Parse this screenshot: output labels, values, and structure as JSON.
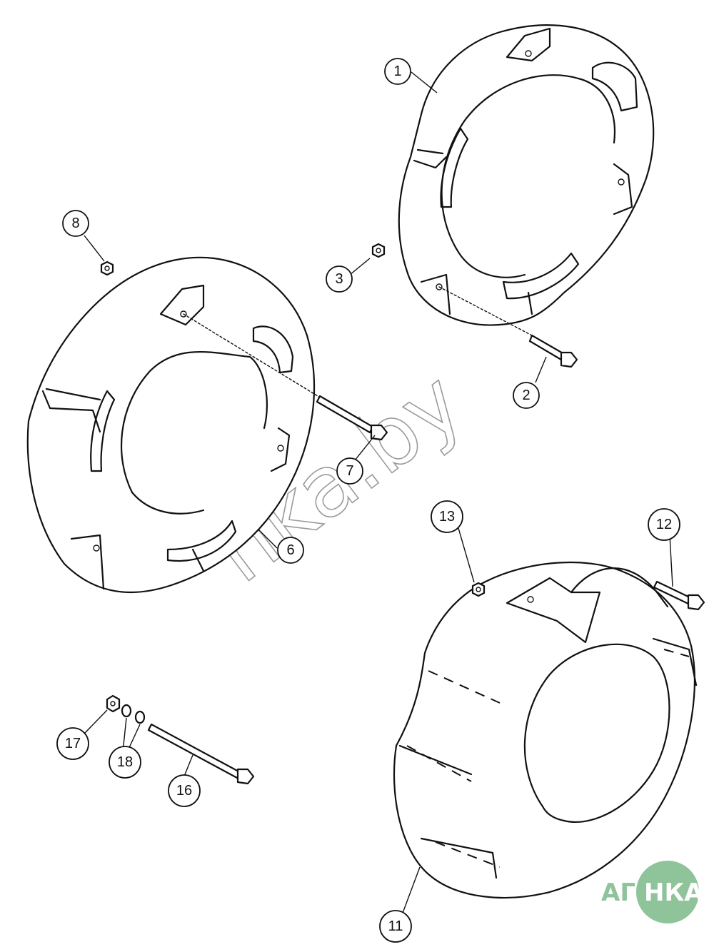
{
  "callouts": [
    {
      "id": "c1",
      "label": "1"
    },
    {
      "id": "c2",
      "label": "2"
    },
    {
      "id": "c3",
      "label": "3"
    },
    {
      "id": "c6",
      "label": "6"
    },
    {
      "id": "c7",
      "label": "7"
    },
    {
      "id": "c8",
      "label": "8"
    },
    {
      "id": "c11",
      "label": "11"
    },
    {
      "id": "c12",
      "label": "12"
    },
    {
      "id": "c13",
      "label": "13"
    },
    {
      "id": "c16",
      "label": "16"
    },
    {
      "id": "c17",
      "label": "17"
    },
    {
      "id": "c18",
      "label": "18"
    }
  ],
  "watermark": {
    "text": "nka.by"
  },
  "logo": {
    "part1": "АГРО",
    "part2": "НКА",
    "colors": {
      "badge": "#8fc39a",
      "text": "#ffffff"
    }
  }
}
